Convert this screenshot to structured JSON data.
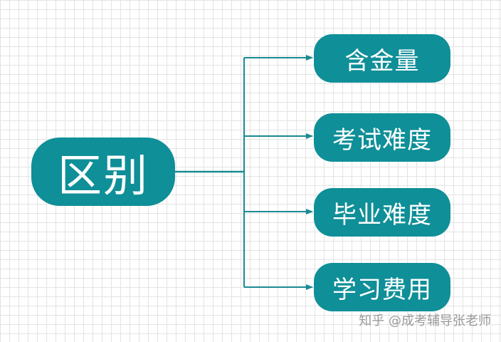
{
  "diagram": {
    "root": {
      "label": "区别"
    },
    "children": [
      {
        "label": "含金量"
      },
      {
        "label": "考试难度"
      },
      {
        "label": "毕业难度"
      },
      {
        "label": "学习费用"
      }
    ]
  },
  "colors": {
    "node_fill": "#0f8f98",
    "node_text": "#ffffff",
    "connector": "#1a8a92",
    "grid": "#e3e3e3",
    "watermark": "#9a9a9a"
  },
  "watermark": {
    "text": "知乎 @成考辅导张老师"
  }
}
